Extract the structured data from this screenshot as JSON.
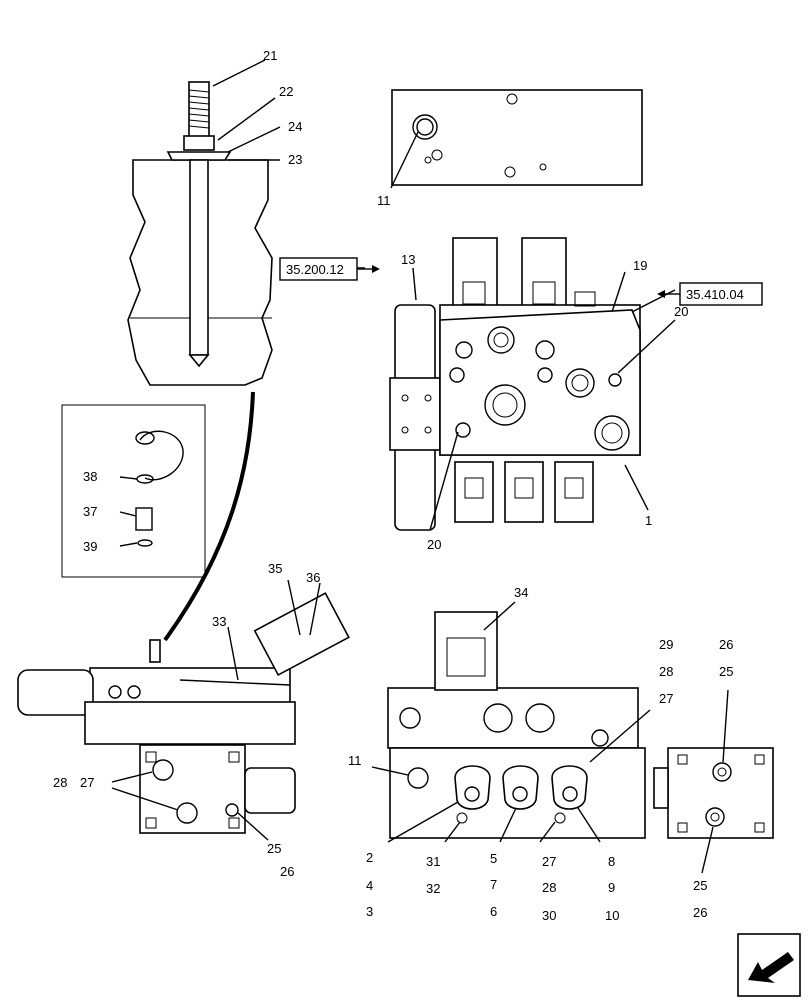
{
  "callouts": {
    "c21": "21",
    "c22": "22",
    "c24": "24",
    "c23": "23",
    "c11_top": "11",
    "c13": "13",
    "c19": "19",
    "c20_right": "20",
    "c20_bottom": "20",
    "c1": "1",
    "c38": "38",
    "c37": "37",
    "c39": "39",
    "c35": "35",
    "c36": "36",
    "c33": "33",
    "c28_left": "28",
    "c27_left": "27",
    "c25_left": "25",
    "c26_left": "26",
    "c34": "34",
    "c29": "29",
    "c28_r": "28",
    "c27_r": "27",
    "c26_top": "26",
    "c25_top": "25",
    "c11_mid": "11",
    "c2": "2",
    "c4": "4",
    "c3": "3",
    "c31": "31",
    "c32": "32",
    "c5": "5",
    "c7": "7",
    "c6": "6",
    "c27_b": "27",
    "c28_b": "28",
    "c30": "30",
    "c8": "8",
    "c9": "9",
    "c10": "10",
    "c25_bot": "25",
    "c26_bot": "26"
  },
  "references": {
    "ref_left": "35.200.12",
    "ref_right": "35.410.04"
  },
  "icons": {
    "nav_arrow": "next-page-arrow-icon"
  }
}
